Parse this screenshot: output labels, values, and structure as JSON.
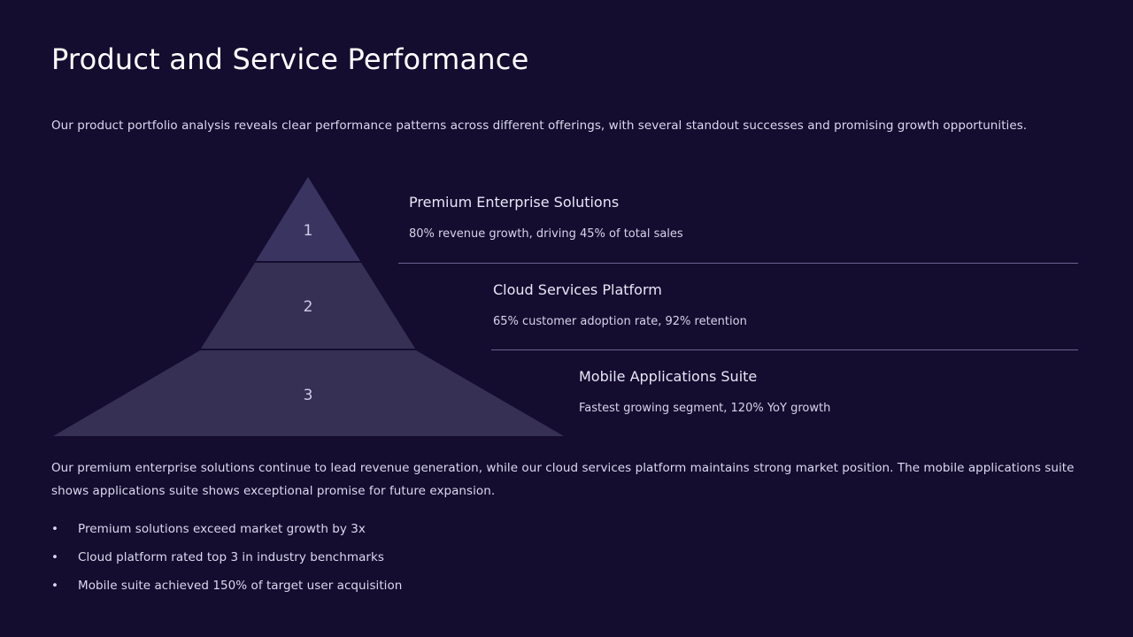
{
  "slide": {
    "title": "Product and Service Performance",
    "subtitle": "Our product portfolio analysis reveals clear performance patterns across different offerings, with several standout successes and promising growth opportunities.",
    "background_color": "#140d30",
    "accent_color": "#3a3560",
    "text_color": "#dcd9ef"
  },
  "pyramid": {
    "type": "pyramid",
    "levels": [
      {
        "number": "1",
        "title": "Premium Enterprise Solutions",
        "description": "80% revenue growth, driving 45% of total sales",
        "fill": "#3a3560"
      },
      {
        "number": "2",
        "title": "Cloud Services Platform",
        "description": "65% customer adoption rate, 92% retention",
        "fill": "#363154"
      },
      {
        "number": "3",
        "title": "Mobile Applications Suite",
        "description": "Fastest growing segment, 120% YoY growth",
        "fill": "#353054"
      }
    ]
  },
  "body": {
    "paragraph": "Our premium enterprise solutions continue to lead revenue generation, while our cloud services platform maintains strong market position. The mobile applications suite shows applications suite shows exceptional promise for future expansion."
  },
  "bullets": {
    "marker": "•",
    "items": [
      "Premium solutions exceed market growth by 3x",
      "Cloud platform rated top 3 in industry benchmarks",
      "Mobile suite achieved 150% of target user acquisition"
    ]
  }
}
